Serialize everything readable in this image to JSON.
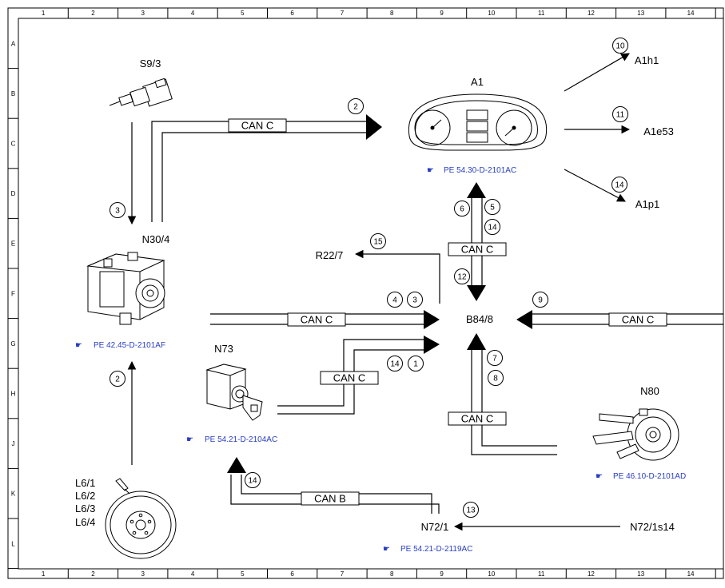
{
  "grid": {
    "columns": [
      "1",
      "2",
      "3",
      "4",
      "5",
      "6",
      "7",
      "8",
      "9",
      "10",
      "11",
      "12",
      "13",
      "14"
    ],
    "rows": [
      "A",
      "B",
      "C",
      "D",
      "E",
      "F",
      "G",
      "H",
      "J",
      "K",
      "L"
    ]
  },
  "components": {
    "s9_3": "S9/3",
    "a1": "A1",
    "n30_4": "N30/4",
    "r22_7": "R22/7",
    "b84_8": "B84/8",
    "n73": "N73",
    "n80": "N80",
    "l6": [
      "L6/1",
      "L6/2",
      "L6/3",
      "L6/4"
    ],
    "n72_1": "N72/1",
    "n72_1s14": "N72/1s14",
    "a1h1": "A1h1",
    "a1e53": "A1e53",
    "a1p1": "A1p1"
  },
  "references": {
    "a1": "PE 54.30-D-2101AC",
    "n30_4": "PE 42.45-D-2101AF",
    "n73": "PE 54.21-D-2104AC",
    "n80": "PE 46.10-D-2101AD",
    "n72_1": "PE 54.21-D-2119AC"
  },
  "buses": {
    "can_c": "CAN C",
    "can_b": "CAN B"
  },
  "signals": {
    "s2_top": "2",
    "s3": "3",
    "s2_bottom": "2",
    "s10": "10",
    "s11": "11",
    "s14_a1p1": "14",
    "s6": "6",
    "s5": "5",
    "s14_a1": "14",
    "s15": "15",
    "s12": "12",
    "s9": "9",
    "s4": "4",
    "s3b": "3",
    "s14_n73": "14",
    "s1": "1",
    "s7": "7",
    "s8": "8",
    "s14_canb": "14",
    "s13": "13"
  },
  "colors": {
    "line": "#000000",
    "reference": "#2a3fbf",
    "arrow": "#000000"
  }
}
